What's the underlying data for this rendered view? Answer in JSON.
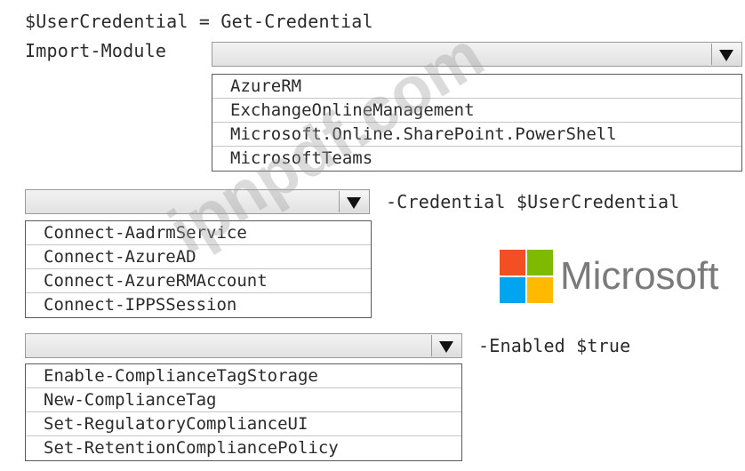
{
  "line1": {
    "text": "$UserCredential = Get-Credential"
  },
  "line2": {
    "prefix": "Import-Module"
  },
  "dropdown1": {
    "selected": "",
    "options": [
      "AzureRM",
      "ExchangeOnlineManagement",
      "Microsoft.Online.SharePoint.PowerShell",
      "MicrosoftTeams"
    ]
  },
  "line3": {
    "suffix": "-Credential $UserCredential"
  },
  "dropdown2": {
    "selected": "",
    "options": [
      "Connect-AadrmService",
      "Connect-AzureAD",
      "Connect-AzureRMAccount",
      "Connect-IPPSSession"
    ]
  },
  "line4": {
    "suffix": "-Enabled $true"
  },
  "dropdown3": {
    "selected": "",
    "options": [
      "Enable-ComplianceTagStorage",
      "New-ComplianceTag",
      "Set-RegulatoryComplianceUI",
      "Set-RetentionCompliancePolicy"
    ]
  },
  "logo": {
    "text": "Microsoft",
    "colors": [
      "#f25022",
      "#7fba00",
      "#00a4ef",
      "#ffb900"
    ]
  },
  "watermark": {
    "text": "ipnpdf.com"
  },
  "icons": {
    "dropdown_arrow": "triangle-down-icon"
  }
}
